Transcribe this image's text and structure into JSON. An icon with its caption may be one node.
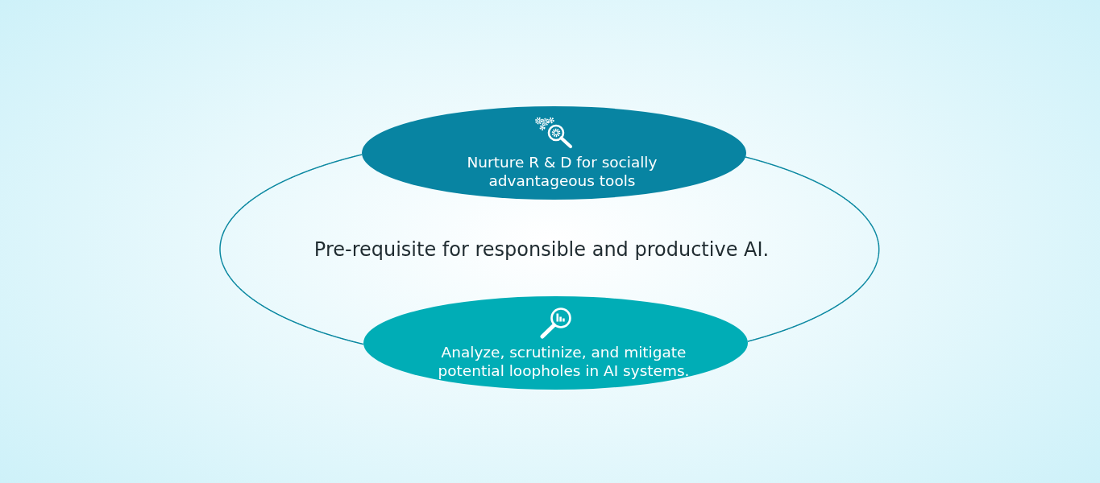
{
  "diagram": {
    "nodes": [
      {
        "text": [
          "Pre-requisite for responsible and productive AI."
        ]
      },
      {
        "text": [
          "Nurture R & D for socially advantageous tools"
        ]
      },
      {
        "text": [
          "Analyze, scrutinize, and mitigate potential loopholes in AI systems."
        ]
      }
    ]
  }
}
